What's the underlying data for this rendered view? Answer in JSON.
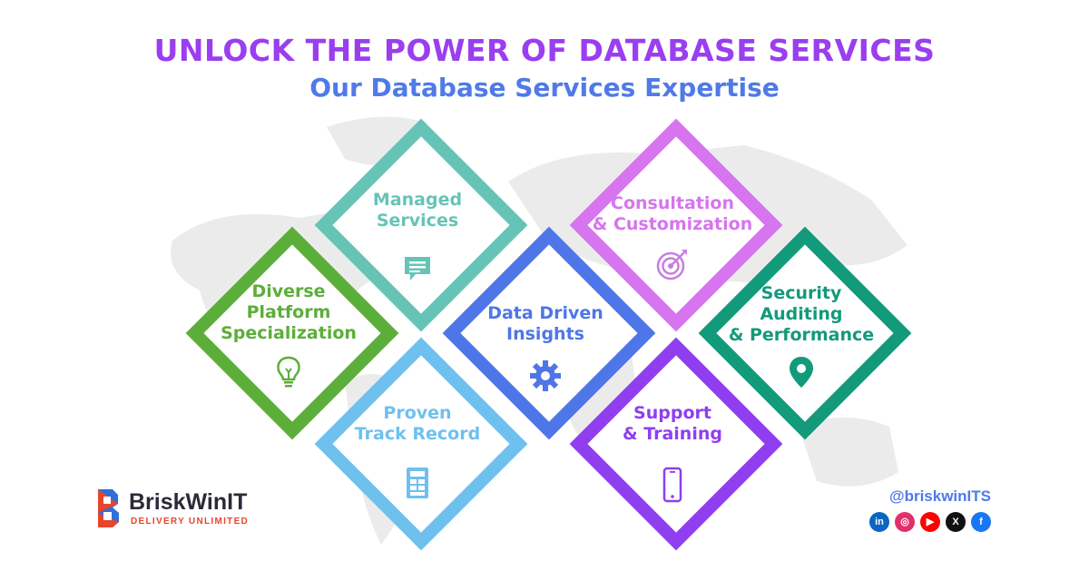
{
  "header": {
    "title": "UNLOCK THE POWER OF DATABASE SERVICES",
    "subtitle": "Our Database Services Expertise"
  },
  "services": [
    {
      "line1": "Managed",
      "line2": "Services",
      "line3": "",
      "color": "#65c4b6",
      "icon": "chat-icon"
    },
    {
      "line1": "Consultation",
      "line2": "& Customization",
      "line3": "",
      "color": "#d774ef",
      "icon": "target-icon"
    },
    {
      "line1": "Diverse",
      "line2": "Platform",
      "line3": "Specialization",
      "color": "#5cae3a",
      "icon": "lightbulb-icon"
    },
    {
      "line1": "Data Driven",
      "line2": "Insights",
      "line3": "",
      "color": "#4f76e8",
      "icon": "gear-icon"
    },
    {
      "line1": "Security",
      "line2": "Auditing",
      "line3": "& Performance",
      "color": "#129a7b",
      "icon": "location-pin-icon"
    },
    {
      "line1": "Proven",
      "line2": "Track Record",
      "line3": "",
      "color": "#6ec0ef",
      "icon": "calculator-icon"
    },
    {
      "line1": "Support",
      "line2": "& Training",
      "line3": "",
      "color": "#8f3ef0",
      "icon": "smartphone-icon"
    }
  ],
  "brand": {
    "name_main": "Brisk",
    "name_accent": "WinIT",
    "tagline": "DELIVERY UNLIMITED",
    "icon": "briskwin-logo-icon"
  },
  "social": {
    "handle": "@briskwinITS",
    "links": [
      {
        "name": "linkedin-icon",
        "glyph": "in",
        "color": "#0a66c2"
      },
      {
        "name": "instagram-icon",
        "glyph": "◎",
        "color": "#e1306c"
      },
      {
        "name": "youtube-icon",
        "glyph": "▶",
        "color": "#ff0000"
      },
      {
        "name": "x-icon",
        "glyph": "X",
        "color": "#111111"
      },
      {
        "name": "facebook-icon",
        "glyph": "f",
        "color": "#1877f2"
      }
    ]
  }
}
